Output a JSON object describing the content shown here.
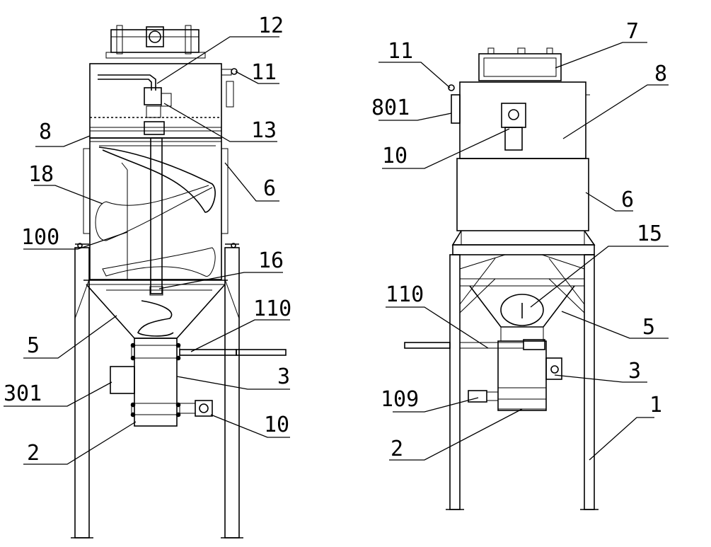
{
  "left_view": {
    "labels": {
      "l12": "12",
      "l11": "11",
      "l8": "8",
      "l13": "13",
      "l18": "18",
      "l6": "6",
      "l100": "100",
      "l16": "16",
      "l110": "110",
      "l5": "5",
      "l3": "3",
      "l301": "301",
      "l10": "10",
      "l2": "2"
    }
  },
  "right_view": {
    "labels": {
      "l7": "7",
      "l11": "11",
      "l8": "8",
      "l801": "801",
      "l10": "10",
      "l6": "6",
      "l15": "15",
      "l110": "110",
      "l5": "5",
      "l3": "3",
      "l109": "109",
      "l2": "2",
      "l1": "1"
    }
  },
  "colors": {
    "line": "#000000",
    "background": "#ffffff"
  }
}
